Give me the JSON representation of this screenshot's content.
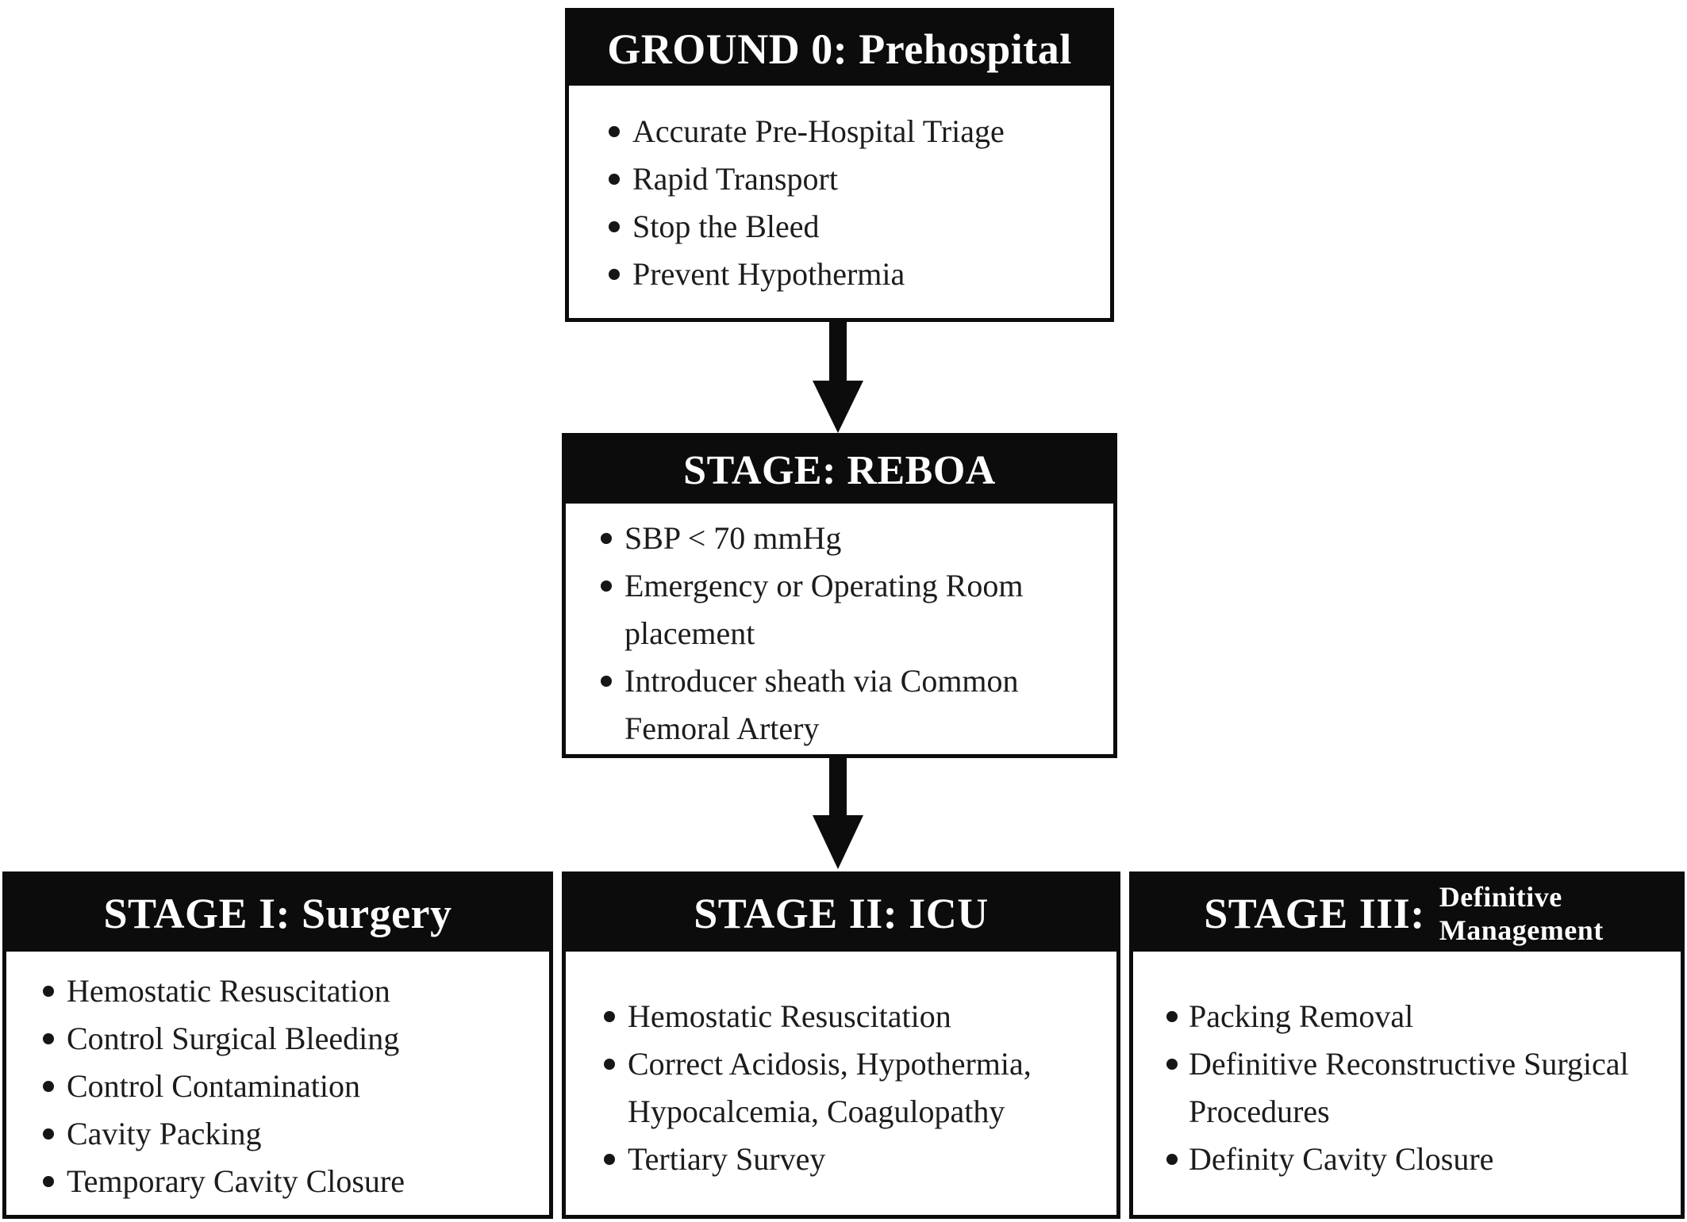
{
  "colors": {
    "background": "#ffffff",
    "box_border": "#0c0c0c",
    "header_bg": "#0c0c0c",
    "header_text": "#ffffff",
    "body_text": "#1c1c1c",
    "arrow": "#0c0c0c"
  },
  "boxes": {
    "ground0": {
      "title": "GROUND 0: Prehospital",
      "bullets": [
        "Accurate Pre-Hospital Triage",
        "Rapid Transport",
        "Stop the Bleed",
        "Prevent Hypothermia"
      ]
    },
    "reboa": {
      "title": "STAGE: REBOA",
      "bullets": [
        "SBP < 70 mmHg",
        "Emergency or Operating Room placement",
        "Introducer sheath via Common Femoral Artery"
      ]
    },
    "stage1": {
      "title": "STAGE I: Surgery",
      "bullets": [
        "Hemostatic Resuscitation",
        "Control Surgical Bleeding",
        "Control Contamination",
        "Cavity Packing",
        "Temporary Cavity Closure"
      ]
    },
    "stage2": {
      "title": "STAGE II: ICU",
      "bullets": [
        "Hemostatic Resuscitation",
        "Correct Acidosis, Hypothermia, Hypocalcemia, Coagulopathy",
        "Tertiary Survey"
      ]
    },
    "stage3": {
      "title_main": "STAGE III:",
      "title_sub": "Definitive Management",
      "bullets": [
        "Packing Removal",
        "Definitive Reconstructive Surgical Procedures",
        "Definity Cavity Closure"
      ]
    }
  }
}
